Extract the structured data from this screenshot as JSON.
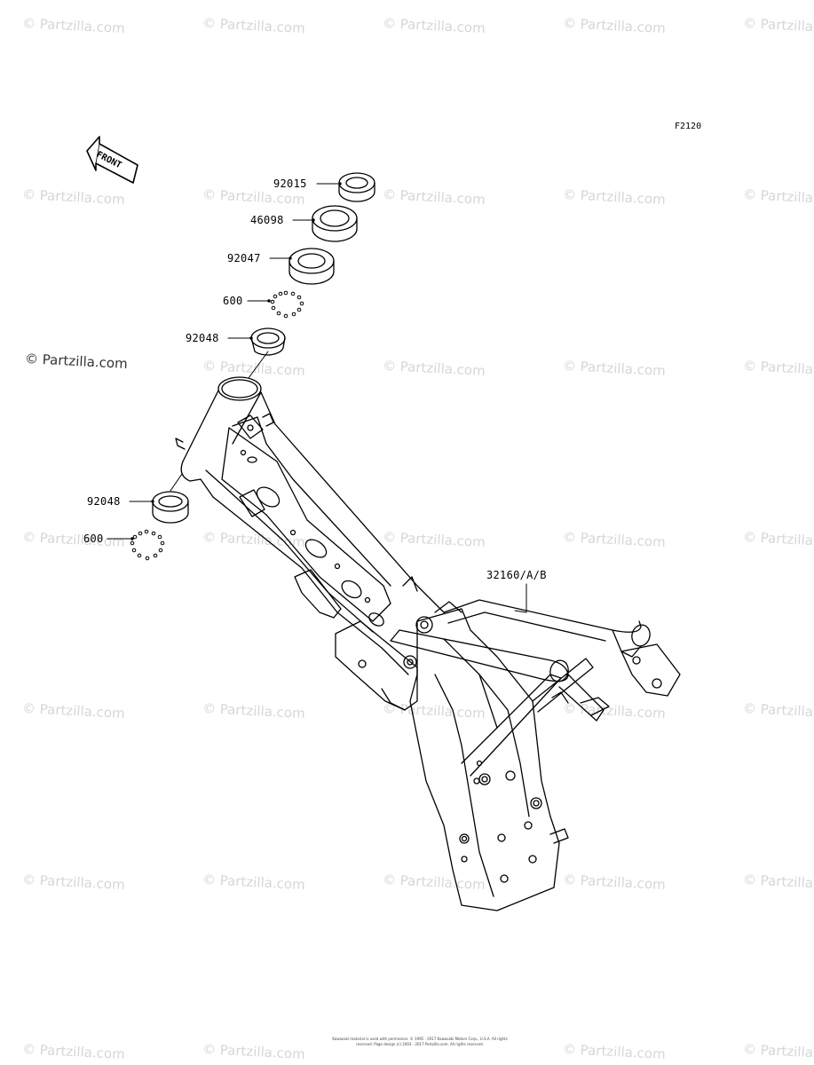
{
  "figure_code": "F2120",
  "front_label": "FRONT",
  "watermark_text": "© Partzilla.com",
  "parts": {
    "p92015": "92015",
    "p46098": "46098",
    "p92047": "92047",
    "p600a": "600",
    "p92048a": "92048",
    "p92048b": "92048",
    "p600b": "600",
    "p32160": "32160/A/B"
  },
  "copyright_text": "Kawasaki material is used with permission. © 1995 - 2017 Kawasaki Motors Corp., U.S.A. All rights reserved. Page design (c) 2003 - 2017 Partzilla.com. All rights reserved.",
  "colors": {
    "line": "#000000",
    "watermark": "#d6d6d6",
    "background": "#ffffff"
  }
}
